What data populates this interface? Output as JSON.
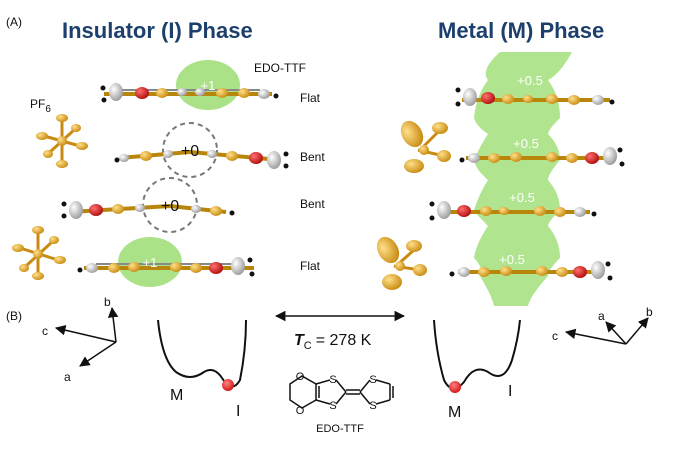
{
  "panel_a": "(A)",
  "panel_b": "(B)",
  "insulator_title": "Insulator (I) Phase",
  "metal_title": "Metal (M) Phase",
  "pf6_label": "PF",
  "pf6_sub": "6",
  "edo_label": "EDO-TTF",
  "insulator_rows": [
    {
      "charge": "+1",
      "conformation": "Flat"
    },
    {
      "charge": "+0",
      "conformation": "Bent"
    },
    {
      "charge": "+0",
      "conformation": "Bent"
    },
    {
      "charge": "+1",
      "conformation": "Flat"
    }
  ],
  "metal_charges": [
    "+0.5",
    "+0.5",
    "+0.5",
    "+0.5"
  ],
  "transition": {
    "symbol": "T",
    "subscript": "C",
    "value": "= 278 K"
  },
  "axes_left": {
    "a": "a",
    "b": "b",
    "c": "c"
  },
  "axes_right": {
    "a": "a",
    "b": "b",
    "c": "c"
  },
  "well_left": {
    "m": "M",
    "i": "I"
  },
  "well_right": {
    "m": "M",
    "i": "I"
  },
  "molecule_label": "EDO-TTF",
  "atoms": {
    "o": "O",
    "s": "S"
  },
  "colors": {
    "title": "#1d3f6e",
    "charge_bubble": "#8fd860",
    "sulfur": "#e0a521",
    "oxygen": "#d42020",
    "carbon": "#c8c8c8",
    "ball": "#e02020"
  }
}
